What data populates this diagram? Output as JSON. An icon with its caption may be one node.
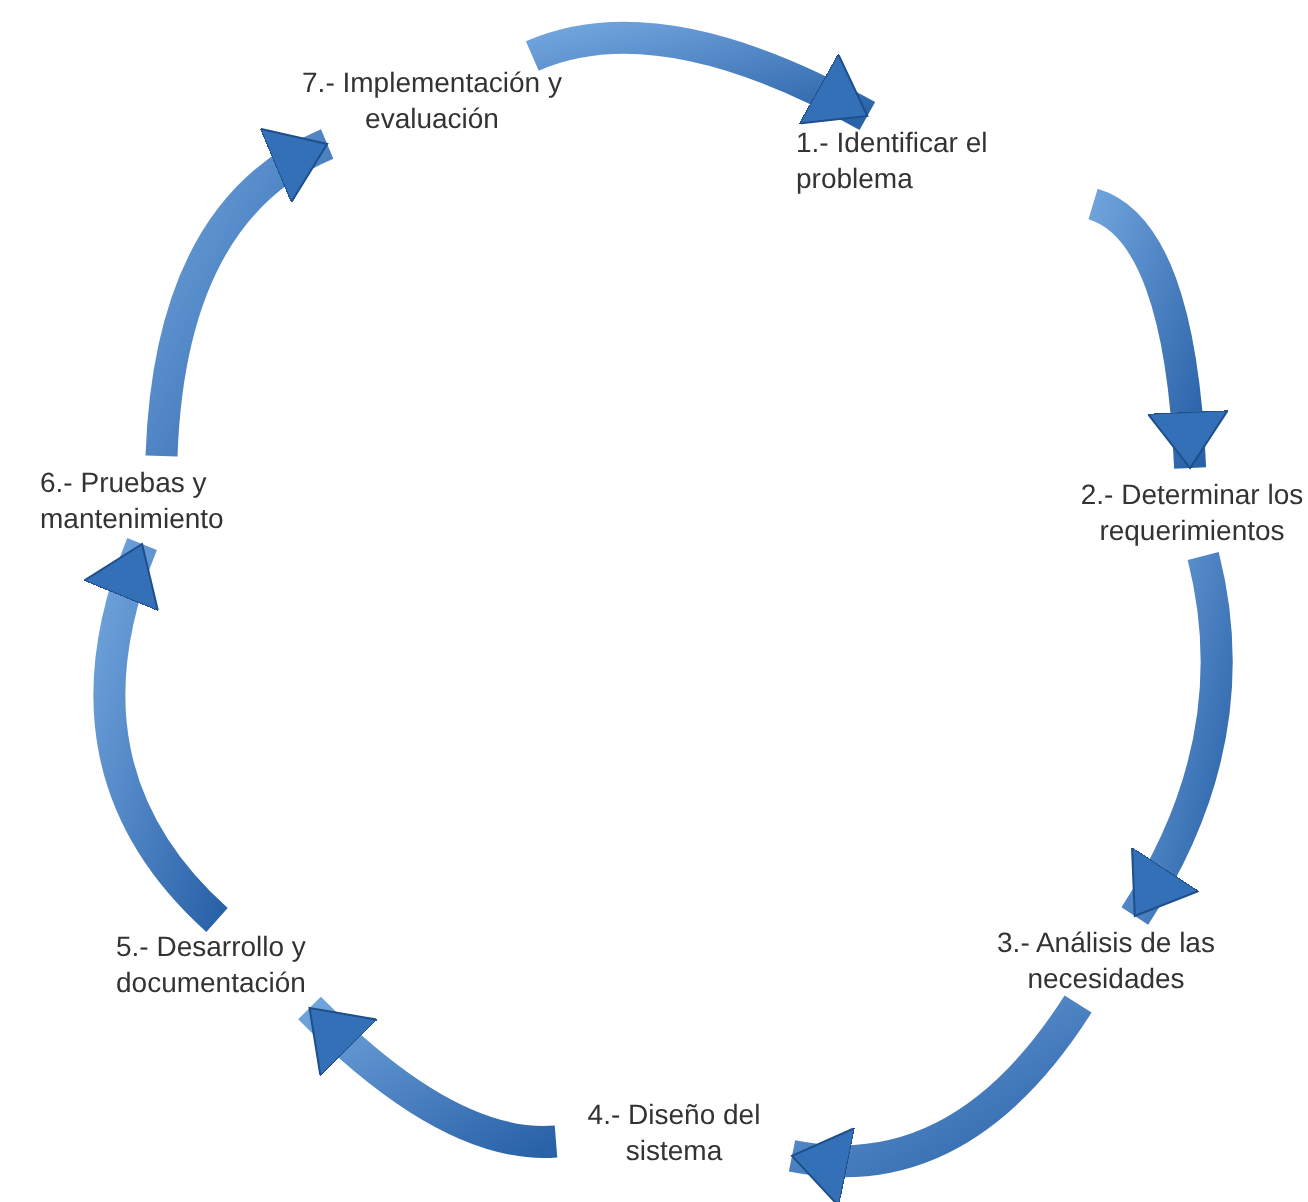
{
  "diagram": {
    "nodes": [
      {
        "text": [
          "7.- Implementación y evaluación"
        ]
      },
      {
        "text": [
          "1.- Identificar el problema"
        ]
      },
      {
        "text": [
          "2.- Determinar los requerimientos"
        ]
      },
      {
        "text": [
          "3.- Análisis de las necesidades"
        ]
      },
      {
        "text": [
          "4.- Diseño del sistema"
        ]
      },
      {
        "text": [
          "5.- Desarrollo y documentación"
        ]
      },
      {
        "text": [
          "6.- Pruebas y mantenimiento"
        ]
      }
    ],
    "edges": [
      {
        "from": 0,
        "to": 1,
        "arrow": "to"
      },
      {
        "from": 1,
        "to": 2,
        "arrow": "to"
      },
      {
        "from": 2,
        "to": 3,
        "arrow": "to"
      },
      {
        "from": 3,
        "to": 4,
        "arrow": "to"
      },
      {
        "from": 4,
        "to": 5,
        "arrow": "to"
      },
      {
        "from": 5,
        "to": 6,
        "arrow": "to"
      },
      {
        "from": 6,
        "to": 0,
        "arrow": "to"
      }
    ]
  }
}
